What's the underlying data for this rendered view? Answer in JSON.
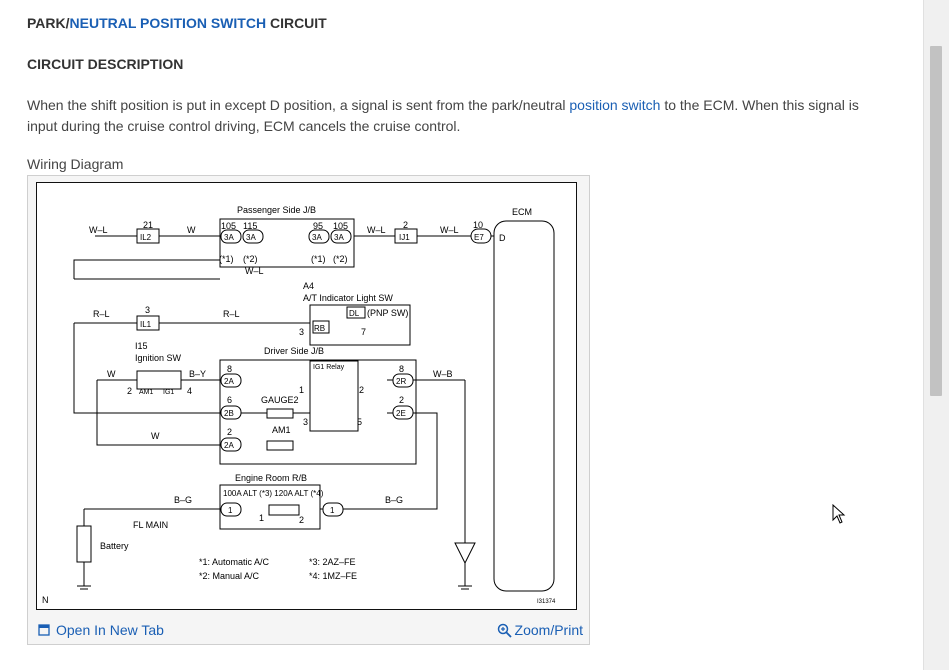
{
  "header": {
    "title_prefix": "PARK/",
    "title_link": "NEUTRAL POSITION SWITCH",
    "title_suffix": " CIRCUIT"
  },
  "section": {
    "heading": "CIRCUIT DESCRIPTION"
  },
  "description": {
    "text_before": "When the shift position is put in except D position, a signal is sent from the park/neutral ",
    "link": "position switch",
    "text_after": " to the ECM. When this signal is input during the cruise control driving, ECM cancels the cruise control."
  },
  "diagram": {
    "label": "Wiring Diagram",
    "open_tab": "Open In New Tab",
    "zoom": "Zoom/Print",
    "labels": {
      "ecm": "ECM",
      "passenger_jb": "Passenger Side J/B",
      "driver_jb": "Driver Side J/B",
      "engine_rb": "Engine Room R/B",
      "at_sw_code": "A4",
      "at_sw": "A/T Indicator Light SW",
      "pnp": "(PNP SW)",
      "dl": "DL",
      "ign_code": "I15",
      "ign": "Ignition SW",
      "gauge": "GAUGE2",
      "am1": "AM1",
      "ig1_relay": "IG1 Relay",
      "fl_main": "FL MAIN",
      "battery": "Battery",
      "fuses": "100A ALT (*3) 120A ALT (*4)",
      "note1": "*1: Automatic A/C",
      "note2": "*2: Manual A/C",
      "note3": "*3: 2AZ–FE",
      "note4": "*4: 1MZ–FE",
      "code": "I31374",
      "n": "N",
      "wl": "W–L",
      "w": "W",
      "rl": "R–L",
      "by": "B–Y",
      "wb": "W–B",
      "bg": "B–G",
      "il2": "IL2",
      "il1": "IL1",
      "ij1": "IJ1",
      "e7": "E7",
      "d": "D",
      "c3a": "3A",
      "c2a": "2A",
      "c2b": "2B",
      "c2r": "2R",
      "c2e": "2E",
      "c1": "1",
      "s1": "(*1)",
      "s2": "(*2)",
      "rb": "RB",
      "am1_sw": "AM1",
      "ig1_sw": "IG1",
      "n21": "21",
      "n3": "3",
      "n2": "2",
      "n10": "10",
      "n105": "105",
      "n115": "115",
      "n95": "95",
      "n7": "7",
      "n8": "8",
      "n6": "6",
      "n4": "4",
      "n5": "5",
      "n1": "1"
    }
  },
  "colors": {
    "link": "#1a5fb4",
    "text": "#333333"
  }
}
